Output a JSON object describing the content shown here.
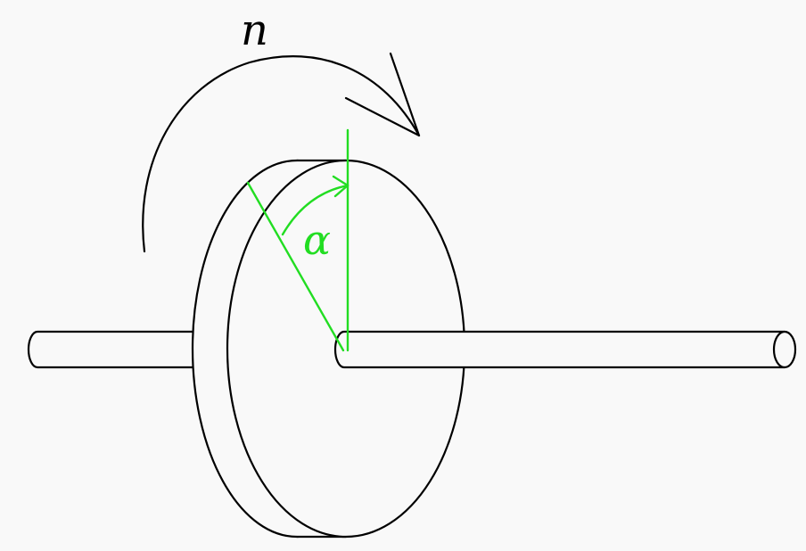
{
  "labels": {
    "rotation_symbol": "n",
    "angle_symbol": "α"
  },
  "colors": {
    "line": "#000000",
    "accent": "#22dd22",
    "background": "#f9f9f9"
  },
  "components": [
    "shaft",
    "disk",
    "rotation-arrow",
    "angle-marker"
  ]
}
